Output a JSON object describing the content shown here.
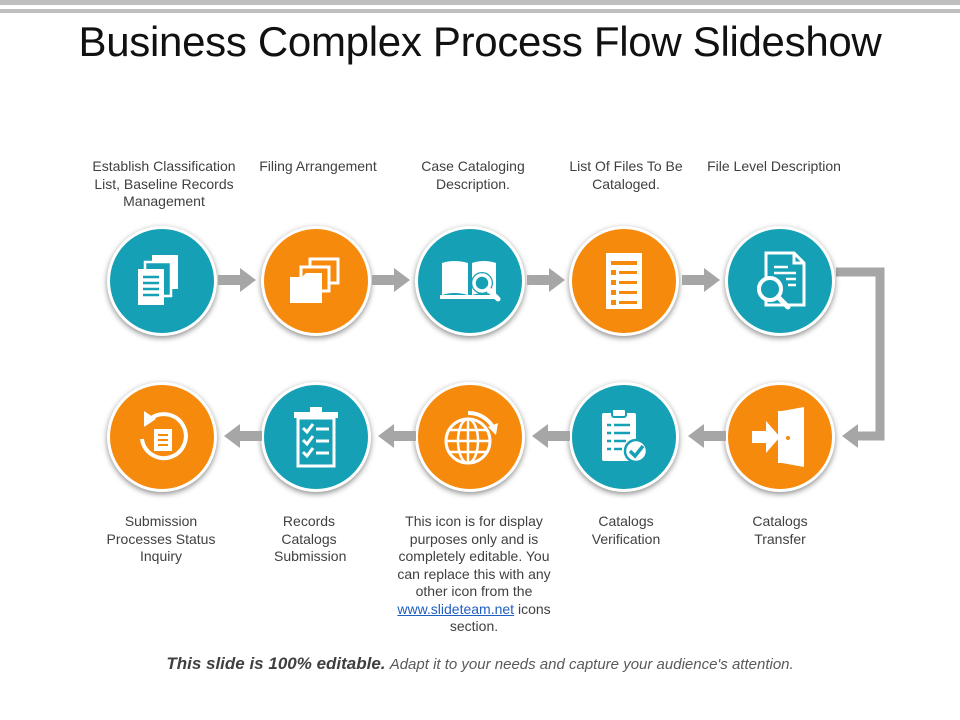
{
  "title": "Business Complex Process Flow Slideshow",
  "colors": {
    "teal": "#16a0b5",
    "orange": "#f58a0c",
    "arrow": "#a6a6a6"
  },
  "steps": [
    {
      "label": "Establish Classification List, Baseline Records Management",
      "color": "teal",
      "icon": "documents-icon"
    },
    {
      "label": "Filing Arrangement",
      "color": "orange",
      "icon": "folders-icon"
    },
    {
      "label": "Case Cataloging Description.",
      "color": "teal",
      "icon": "book-search-icon"
    },
    {
      "label": "List Of Files To Be Cataloged.",
      "color": "orange",
      "icon": "list-document-icon"
    },
    {
      "label": "File Level Description",
      "color": "teal",
      "icon": "document-search-icon"
    },
    {
      "label": "Catalogs Transfer",
      "color": "orange",
      "icon": "door-enter-icon"
    },
    {
      "label": "Catalogs Verification",
      "color": "teal",
      "icon": "clipboard-check-icon"
    },
    {
      "label": "",
      "color": "orange",
      "icon": "globe-refresh-icon"
    },
    {
      "label": "Records Catalogs Submission",
      "color": "teal",
      "icon": "checklist-icon"
    },
    {
      "label": "Submission Processes Status Inquiry",
      "color": "orange",
      "icon": "refresh-document-icon"
    }
  ],
  "note": {
    "text_before": "This icon is for display purposes only and is completely editable. You can replace this with any other icon from the ",
    "link": "www.slideteam.net",
    "text_after": " icons section."
  },
  "footer": {
    "bold": "This slide is 100% editable.",
    "rest": "Adapt it to your needs and capture your audience's attention."
  }
}
